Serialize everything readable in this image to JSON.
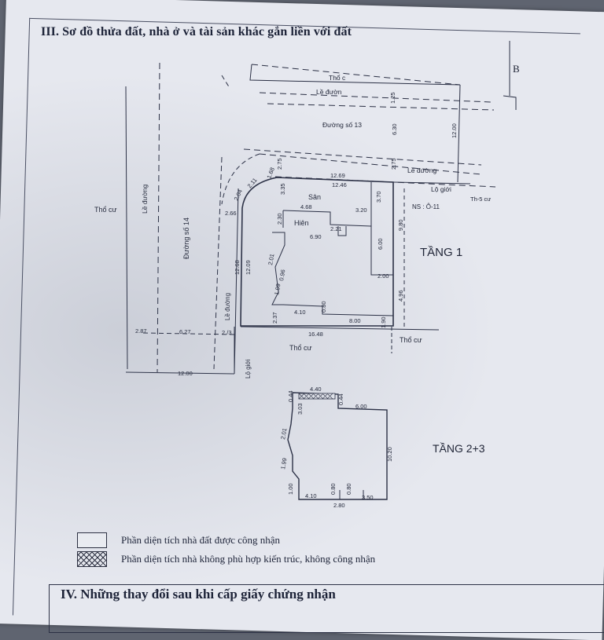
{
  "section3": {
    "title": "III. Sơ đồ thửa đất, nhà ở và tài sản khác gắn liền với đất"
  },
  "compass": {
    "label": "B"
  },
  "plan_labels": {
    "tho_cu_top": "Thổ c",
    "le_duong_top": "Lề đườn",
    "duong_so_13": "Đường số 13",
    "le_duong_right": "Lề đường",
    "lo_gioi_right": "Lộ giới",
    "tho_cu_far_right": "Th-5 cư",
    "ns": "NS : Ô-11",
    "tho_cu_left": "Thổ cư",
    "le_duong_left": "Lề đường",
    "duong_so_14": "Đường số 14",
    "le_duong_inner": "Lề đường",
    "san": "Sân",
    "hien": "Hiên",
    "tho_cu_bottom": "Thổ cư",
    "tho_cu_bottom_right": "Thổ cư",
    "lo_gioi_bottom": "Lộ giới",
    "tang1": "TẦNG 1",
    "tang23": "TẦNG 2+3"
  },
  "dimensions_floor1": {
    "d_1_25": "1.25",
    "d_6_30": "6.30",
    "d_12_00_right": "12.00",
    "d_2_75_top": "2.75",
    "d_2_75_left": "2.75",
    "d_12_69": "12.69",
    "d_12_46": "12.46",
    "d_1_68": "1.68",
    "d_2_11": "2.11",
    "d_2_04": "2.04",
    "d_2_66": "2.66",
    "d_3_35": "3.35",
    "d_3_70": "3.70",
    "d_4_68": "4.68",
    "d_3_20": "3.20",
    "d_2_30": "2.30",
    "d_6_90": "6.90",
    "d_2_21": "2.21",
    "d_6_00": "6.00",
    "d_9_80": "9.80",
    "d_2_00": "2.00",
    "d_12_68": "12.68",
    "d_12_09": "12.09",
    "d_2_01": "2.01",
    "d_1_99": "1.99",
    "d_2_37": "2.37",
    "d_4_10": "4.10",
    "d_0_80": "0.80",
    "d_8_00": "8.00",
    "d_4_96": "4.96",
    "d_16_48": "16.48",
    "d_2_87": "2.87",
    "d_6_27": "6.27",
    "d_2_73": "2 /3",
    "d_12_00_bottom": "12.00",
    "d_1_90": "1.90",
    "d_0_96": "0.96"
  },
  "dimensions_floor23": {
    "d_4_40": "4.40",
    "d_0_44_l": "0.44",
    "d_0_44_r": "0.44",
    "d_3_03": "3.03",
    "d_6_00": "6.00",
    "d_2_01": "2.01",
    "d_1_99": "1.99",
    "d_10_20": "10.20",
    "d_1_00": "1.00",
    "d_4_10": "4.10",
    "d_0_80_a": "0.80",
    "d_0_80_b": "0.80",
    "d_3_50": "3.50",
    "d_2_80": "2.80"
  },
  "legend": {
    "recognized": "Phần diện tích nhà đất được công nhận",
    "not_recognized": "Phần diện tích nhà không phù hợp kiến trúc, không công nhận"
  },
  "section4": {
    "title": "IV. Những thay đổi sau khi cấp giấy chứng nhận"
  }
}
